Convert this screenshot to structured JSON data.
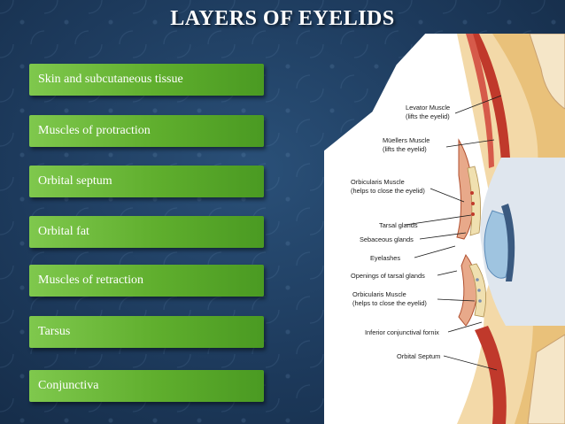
{
  "title": "LAYERS OF EYELIDS",
  "layers": [
    "Skin and subcutaneous tissue",
    "Muscles of protraction",
    "Orbital septum",
    "Orbital fat",
    "Muscles of retraction",
    "Tarsus",
    "Conjunctiva"
  ],
  "figure_labels": {
    "levator": [
      "Levator Muscle",
      "(lifts the eyelid)"
    ],
    "muellers": [
      "Müellers Muscle",
      "(lifts the eyelid)"
    ],
    "orbicularis_top": [
      "Orbicularis Muscle",
      "(helps to close the eyelid)"
    ],
    "tarsal_glands": "Tarsal glands",
    "sebaceous_glands": "Sebaceous glands",
    "eyelashes": "Eyelashes",
    "openings": "Openings of tarsal glands",
    "orbicularis_bottom": [
      "Orbicularis Muscle",
      "(helps to close the eyelid)"
    ],
    "fornix": "Inferior conjunctival fornix",
    "septum": "Orbital Septum"
  },
  "colors": {
    "bar_green": "#6bbb3a",
    "background": "#1d3a5c"
  }
}
